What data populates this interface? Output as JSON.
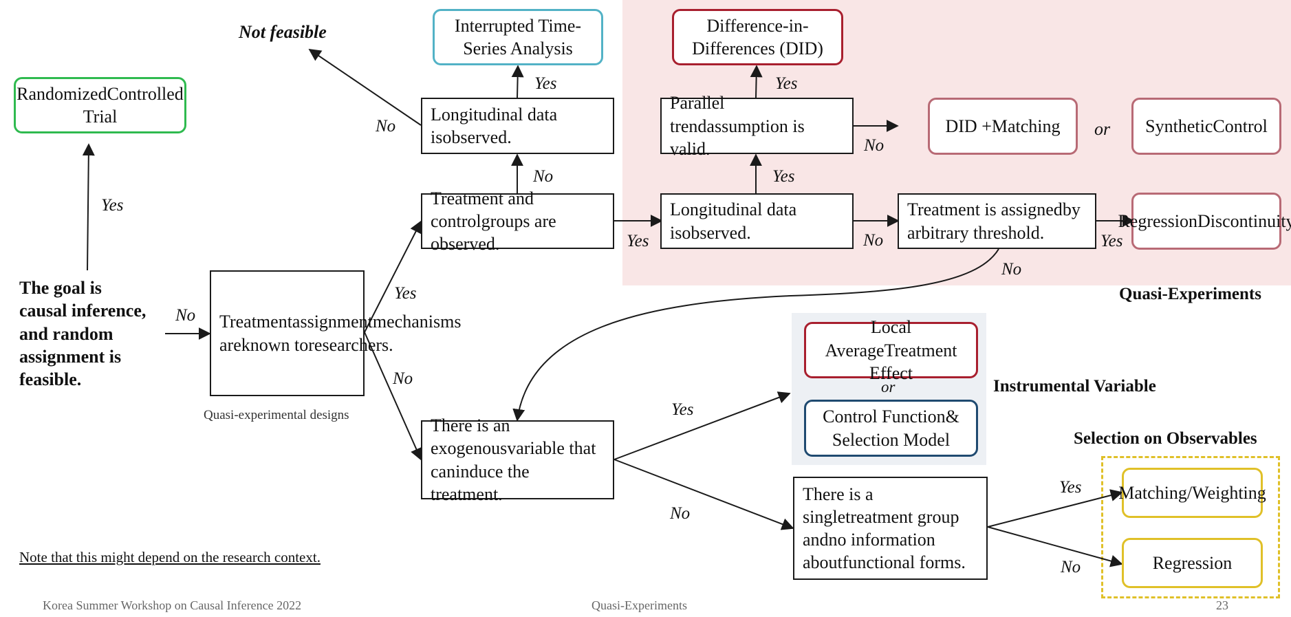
{
  "colors": {
    "quasi_bg": "#f9e6e6",
    "iv_bg": "#edf0f4",
    "green": "#2fba4f",
    "teal": "#52b2c6",
    "red": "#a81f2e",
    "rose": "#b86a75",
    "navy": "#1f4a70",
    "gold": "#e0c028",
    "ink": "#1a1a1a"
  },
  "labels": {
    "not_feasible": "Not feasible",
    "quasi_experiments": "Quasi-Experiments",
    "instrumental_variable": "Instrumental Variable",
    "selection_on_observables": "Selection on Observables",
    "quasi_designs": "Quasi-experimental designs",
    "note": "Note that this might depend on the research context."
  },
  "boxes": {
    "rct": [
      "Randomized",
      "Controlled Trial"
    ],
    "its": [
      "Interrupted Time-",
      "Series Analysis"
    ],
    "did": [
      "Difference-in-",
      "Differences (DID)"
    ],
    "did_matching": [
      "DID +",
      "Matching"
    ],
    "synthetic": [
      "Synthetic",
      "Control"
    ],
    "rd": [
      "Regression",
      "Discontinuity"
    ],
    "late": [
      "Local Average",
      "Treatment Effect"
    ],
    "cf": [
      "Control Function",
      "& Selection Model"
    ],
    "matching": [
      "Matching/",
      "Weighting"
    ],
    "regression": [
      "Regression"
    ],
    "goal": [
      "The goal is",
      "causal inference,",
      "and random",
      "assignment is",
      "feasible."
    ],
    "mechanisms": [
      "Treatment",
      "assignment",
      "mechanisms are",
      "known to",
      "researchers."
    ],
    "longitudinal1": [
      "Longitudinal data is",
      "observed."
    ],
    "tc_groups": [
      "Treatment and control",
      "groups are observed."
    ],
    "parallel": [
      "Parallel trend",
      "assumption is valid."
    ],
    "longitudinal2": [
      "Longitudinal data is",
      "observed."
    ],
    "threshold": [
      "Treatment is assigned",
      "by arbitrary threshold."
    ],
    "exogenous": [
      "There is an exogenous",
      "variable that can",
      "induce the treatment."
    ],
    "single_group": [
      "There is a single",
      "treatment group and",
      "no information about",
      "functional forms."
    ]
  },
  "connectors": {
    "or": "or",
    "yes": "Yes",
    "no": "No"
  },
  "footer": {
    "left": "Korea Summer Workshop on Causal Inference 2022",
    "center": "Quasi-Experiments",
    "page": "23"
  }
}
